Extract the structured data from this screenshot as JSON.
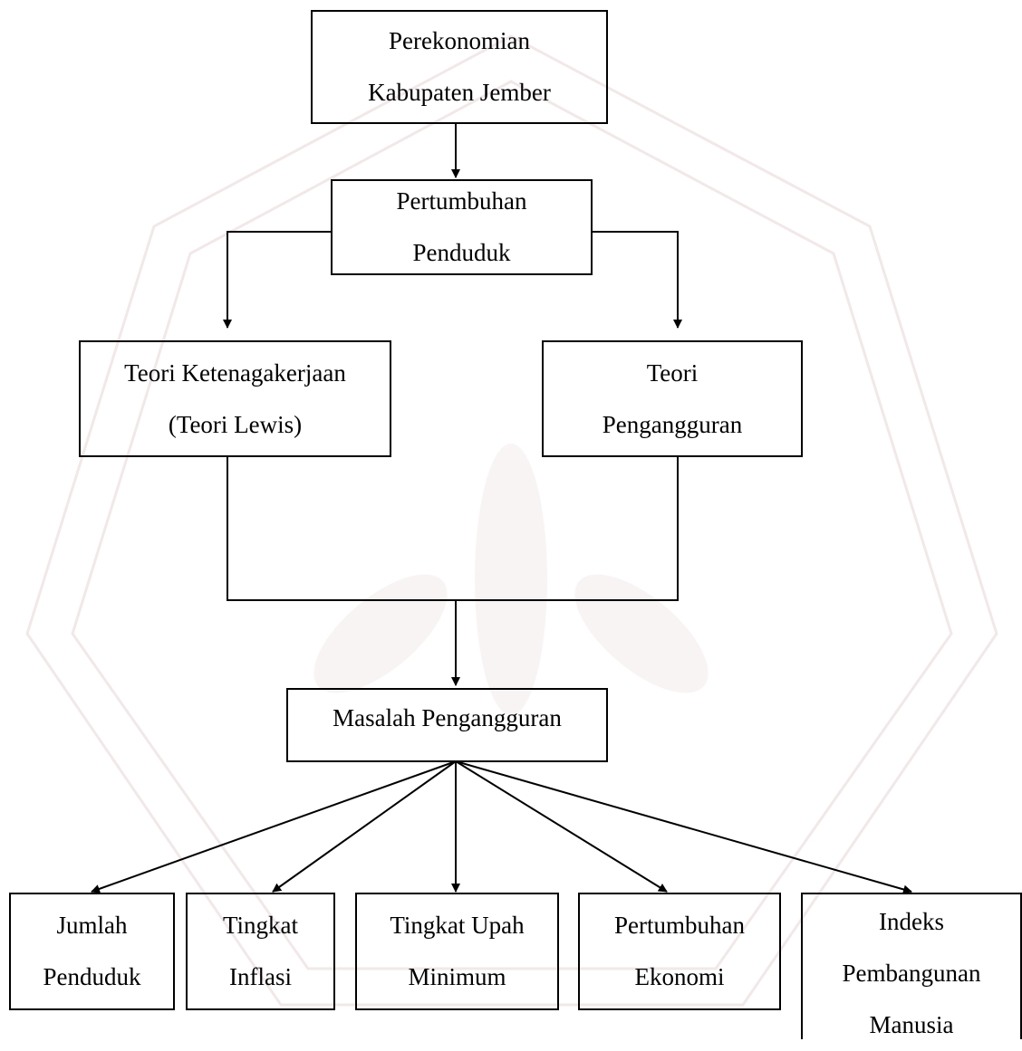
{
  "diagram": {
    "top": {
      "line1": "Perekonomian",
      "line2": "Kabupaten Jember"
    },
    "growth": {
      "line1": "Pertumbuhan",
      "line2": "Penduduk"
    },
    "labor_theory": {
      "line1": "Teori Ketenagakerjaan",
      "line2": "(Teori Lewis)"
    },
    "unemployment_theory": {
      "line1": "Teori",
      "line2": "Pengangguran"
    },
    "problem": {
      "line1": "Masalah Pengangguran"
    },
    "factors": [
      {
        "line1": "Jumlah",
        "line2": "Penduduk"
      },
      {
        "line1": "Tingkat",
        "line2": "Inflasi"
      },
      {
        "line1": "Tingkat Upah",
        "line2": "Minimum"
      },
      {
        "line1": "Pertumbuhan",
        "line2": "Ekonomi"
      },
      {
        "line1": "Indeks",
        "line2": "Pembangunan",
        "line3": "Manusia"
      }
    ]
  },
  "colors": {
    "stroke": "#000000",
    "watermark": "#efe3e3"
  }
}
